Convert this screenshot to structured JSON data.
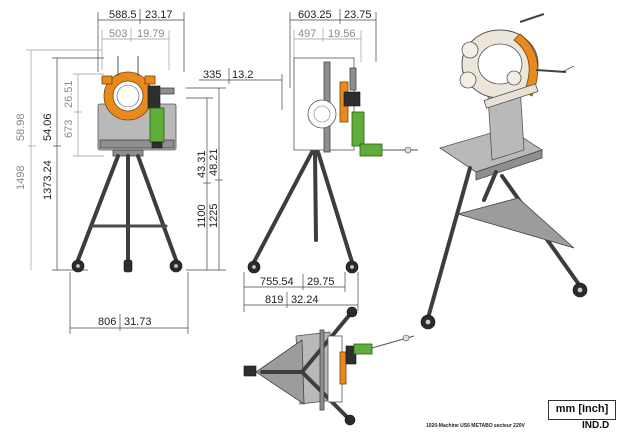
{
  "dimensions": {
    "front_width_mm": "588.5",
    "front_width_in": "23.17",
    "front_inner_width_mm": "503",
    "front_inner_width_in": "19.79",
    "side_width_mm": "603.25",
    "side_width_in": "23.75",
    "side_inner_width_mm": "497",
    "side_inner_width_in": "19.56",
    "offset_mm": "335",
    "offset_in": "13.2",
    "height_total_mm": "1498",
    "height_total_in": "58.98",
    "height_max_mm": "1373.24",
    "height_max_in": "54.06",
    "head_height_mm": "673",
    "head_height_in": "26.51",
    "axis_height_mm": "1100",
    "axis_height_in": "43.31",
    "top_height_mm": "1225",
    "top_height_in": "48.21",
    "side_base_inner_mm": "755.54",
    "side_base_inner_in": "29.75",
    "side_base_mm": "819",
    "side_base_in": "32.24",
    "front_base_mm": "806",
    "front_base_in": "31.73"
  },
  "units_label": "mm [Inch]",
  "caption": "1020-Machine US6 METABO secteur 220V",
  "revision": "IND.D",
  "colors": {
    "machine_orange": "#e88a1d",
    "motor_green": "#5fae3a",
    "frame_grey": "#b9b9b9",
    "leg_dark": "#3d3d3d"
  }
}
